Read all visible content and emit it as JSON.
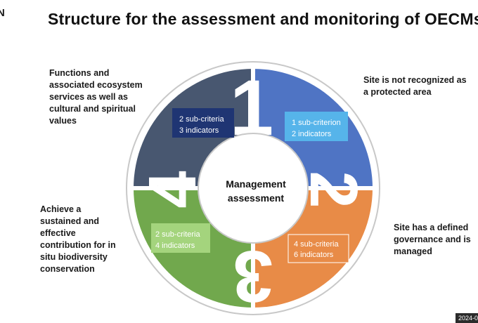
{
  "corner_text": "N",
  "title": "Structure for the assessment and monitoring of OECMs",
  "center": {
    "line1": "Management",
    "line2": "assessment"
  },
  "segments": [
    {
      "number": "1",
      "color": "#4f74c4",
      "box_color": "#56b4ea",
      "box_line1": "1 sub-criterion",
      "box_line2": "2 indicators",
      "label": "Site is not recognized as a protected area"
    },
    {
      "number": "2",
      "color": "#e88b47",
      "box_color": "#e88b47",
      "box_line1": "4 sub-criteria",
      "box_line2": "6 indicators",
      "label": "Site has a defined governance and is managed"
    },
    {
      "number": "3",
      "color": "#71a84d",
      "box_color": "#a4d47d",
      "box_line1": "2 sub-criteria",
      "box_line2": "4 indicators",
      "label": "Achieve a sustained and effective contribution for in situ biodiversity conservation"
    },
    {
      "number": "4",
      "color": "#485770",
      "box_color": "#1f3573",
      "box_line1": "2 sub-criteria",
      "box_line2": "3 indicators",
      "label": "Functions and associated ecosystem services as well as cultural and spiritual values"
    }
  ],
  "date_badge": "2024-0"
}
